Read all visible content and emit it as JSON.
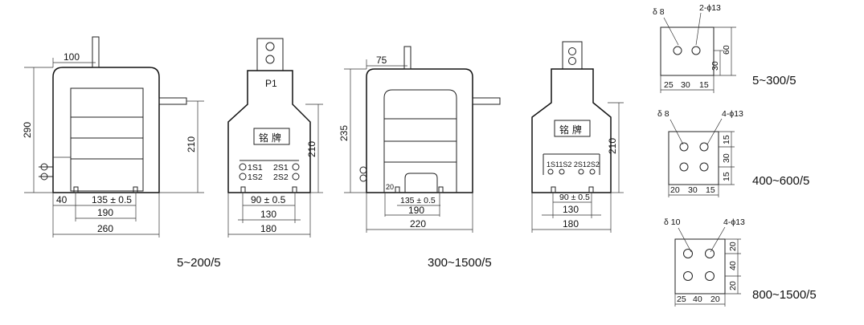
{
  "dims": {
    "v1": {
      "d100": "100",
      "d290": "290",
      "d210": "210",
      "d40": "40",
      "d135": "135 ± 0.5",
      "d190": "190",
      "d260": "260"
    },
    "s1": {
      "p1": "P1",
      "nameplate": "铭 牌",
      "t1s1": "1S1",
      "t1s2": "1S2",
      "t2s1": "2S1",
      "t2s2": "2S2",
      "d210": "210",
      "d90": "90 ± 0.5",
      "d130": "130",
      "d180": "180"
    },
    "v2": {
      "d75": "75",
      "d235": "235",
      "d20": "20",
      "d135": "135 ± 0.5",
      "d190": "190",
      "d220": "220"
    },
    "s2": {
      "nameplate": "铭 牌",
      "terminals": "1S11S2 2S12S2",
      "d210": "210",
      "d90": "90 ± 0.5",
      "d130": "130",
      "d180": "180"
    }
  },
  "bars": {
    "b1": {
      "delta": "δ 8",
      "holes": "2-ϕ13",
      "h60": "60",
      "h30": "30",
      "w25": "25",
      "w30": "30",
      "w15": "15",
      "range": "5~300/5"
    },
    "b2": {
      "delta": "δ 8",
      "holes": "4-ϕ13",
      "h15a": "15",
      "h30": "30",
      "h15b": "15",
      "w20": "20",
      "w30": "30",
      "w15": "15",
      "range": "400~600/5"
    },
    "b3": {
      "delta": "δ 10",
      "holes": "4-ϕ13",
      "h20a": "20",
      "h40": "40",
      "h20b": "20",
      "w25": "25",
      "w40": "40",
      "w20": "20",
      "range": "800~1500/5"
    }
  },
  "captions": {
    "left": "5~200/5",
    "middle": "300~1500/5"
  }
}
